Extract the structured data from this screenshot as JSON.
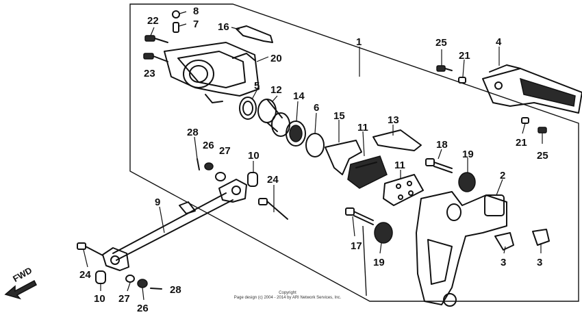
{
  "diagram": {
    "callouts": [
      {
        "id": "c22",
        "label": "22"
      },
      {
        "id": "c8",
        "label": "8"
      },
      {
        "id": "c7",
        "label": "7"
      },
      {
        "id": "c16",
        "label": "16"
      },
      {
        "id": "c1",
        "label": "1"
      },
      {
        "id": "c25a",
        "label": "25"
      },
      {
        "id": "c4",
        "label": "4"
      },
      {
        "id": "c20",
        "label": "20"
      },
      {
        "id": "c21a",
        "label": "21"
      },
      {
        "id": "c23",
        "label": "23"
      },
      {
        "id": "c5",
        "label": "5"
      },
      {
        "id": "c12",
        "label": "12"
      },
      {
        "id": "c14",
        "label": "14"
      },
      {
        "id": "c6",
        "label": "6"
      },
      {
        "id": "c15",
        "label": "15"
      },
      {
        "id": "c13",
        "label": "13"
      },
      {
        "id": "c11a",
        "label": "11"
      },
      {
        "id": "c28a",
        "label": "28"
      },
      {
        "id": "c26a",
        "label": "26"
      },
      {
        "id": "c27a",
        "label": "27"
      },
      {
        "id": "c10a",
        "label": "10"
      },
      {
        "id": "c18",
        "label": "18"
      },
      {
        "id": "c19a",
        "label": "19"
      },
      {
        "id": "c21b",
        "label": "21"
      },
      {
        "id": "c25b",
        "label": "25"
      },
      {
        "id": "c11b",
        "label": "11"
      },
      {
        "id": "c2",
        "label": "2"
      },
      {
        "id": "c24a",
        "label": "24"
      },
      {
        "id": "c9",
        "label": "9"
      },
      {
        "id": "c17",
        "label": "17"
      },
      {
        "id": "c19b",
        "label": "19"
      },
      {
        "id": "c3a",
        "label": "3"
      },
      {
        "id": "c3b",
        "label": "3"
      },
      {
        "id": "c24b",
        "label": "24"
      },
      {
        "id": "c10b",
        "label": "10"
      },
      {
        "id": "c27b",
        "label": "27"
      },
      {
        "id": "c26b",
        "label": "26"
      },
      {
        "id": "c28b",
        "label": "28"
      }
    ],
    "fwd_label": "FWD",
    "copyright_line1": "Copyright",
    "copyright_line2": "Page design (c) 2004 - 2014 by ARI Network Services, Inc."
  }
}
